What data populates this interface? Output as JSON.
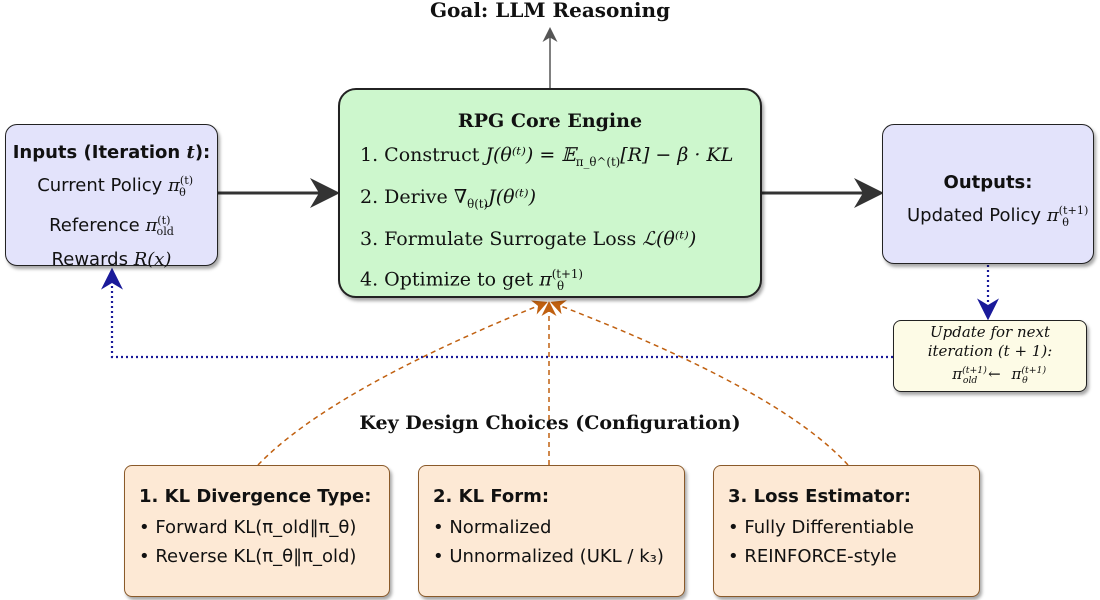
{
  "goal": "Goal: LLM Reasoning",
  "inputs": {
    "title": "Inputs (Iteration ",
    "title_var": "t",
    "title_end": "):",
    "line1": "Current Policy ",
    "line1_math": "π",
    "line1_sup": "(t)",
    "line1_sub": "θ",
    "line2": "Reference ",
    "line2_math": "π",
    "line2_sup": "(t)",
    "line2_sub": "old",
    "line3": "Rewards ",
    "line3_math": "R(x)"
  },
  "core": {
    "title": "RPG Core Engine",
    "steps": [
      {
        "label": "1. Construct ",
        "math": "J(θ⁽ᵗ⁾) = 𝔼",
        "sub": "π_θ^(t)",
        "rest": "[R] − β · KL"
      },
      {
        "label": "2. Derive ",
        "math": "∇",
        "sub": "θ(t)",
        "rest": "J(θ⁽ᵗ⁾)"
      },
      {
        "label": "3. Formulate Surrogate Loss ",
        "math": "ℒ(θ⁽ᵗ⁾)"
      },
      {
        "label": "4. Optimize to get ",
        "math": "π",
        "sup": "(t+1)",
        "sub": "θ"
      }
    ]
  },
  "outputs": {
    "title": "Outputs:",
    "line1": "Updated Policy ",
    "math": "π",
    "sup": "(t+1)",
    "sub": "θ"
  },
  "update": {
    "line1": "Update for next",
    "line2": "iteration (t + 1):",
    "lhs": "π",
    "lhs_sup": "(t+1)",
    "lhs_sub": "old",
    "arrow": "←",
    "rhs": "π",
    "rhs_sup": "(t+1)",
    "rhs_sub": "θ"
  },
  "config_title": "Key Design Choices (Configuration)",
  "choices": [
    {
      "title": "1. KL Divergence Type:",
      "items": [
        "Forward KL(π_old‖π_θ)",
        "Reverse KL(π_θ‖π_old)"
      ]
    },
    {
      "title": "2. KL Form:",
      "items": [
        "Normalized",
        "Unnormalized (UKL / k₃)"
      ]
    },
    {
      "title": "3. Loss Estimator:",
      "items": [
        "Fully Differentiable",
        "REINFORCE-style"
      ]
    }
  ],
  "colors": {
    "core": "#cdf7cd",
    "io": "#e3e3fb",
    "update": "#fdfbe6",
    "choice": "#fde9d5",
    "loop": "#1a1a9a",
    "config": "#c06010"
  }
}
